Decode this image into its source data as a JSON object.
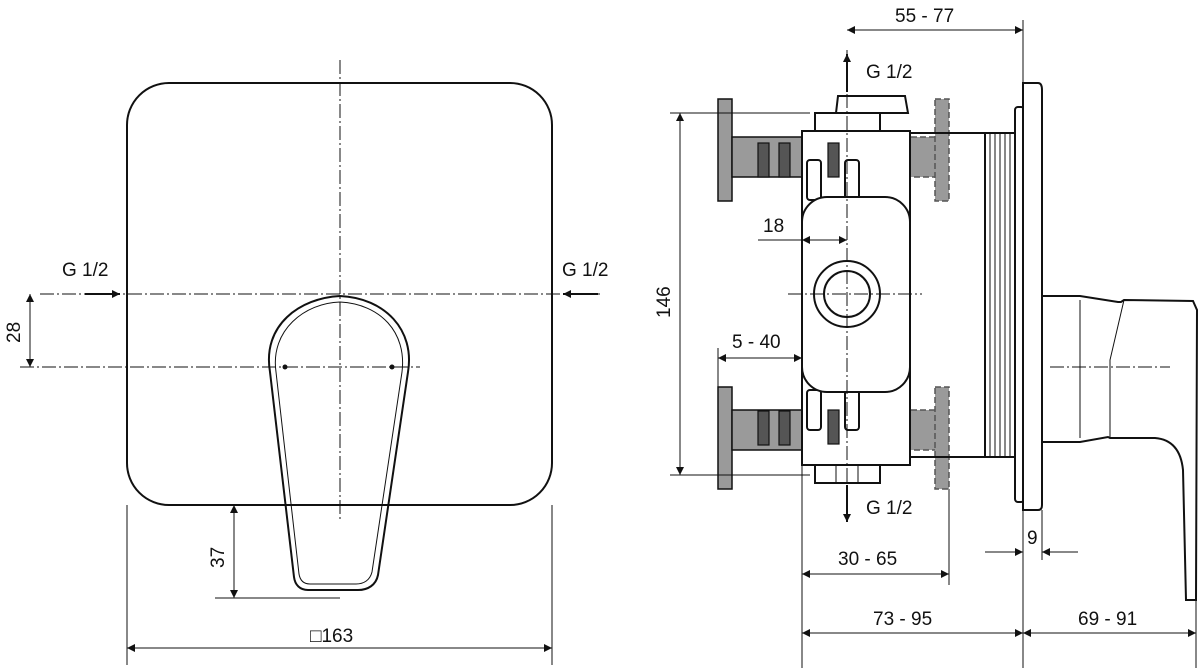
{
  "front_view": {
    "inlet_left": "G 1/2",
    "inlet_right": "G 1/2",
    "dim_handle_offset": "28",
    "dim_lever_bottom": "37",
    "dim_plate_size": "□163"
  },
  "side_view": {
    "outlet_top": "G 1/2",
    "outlet_bottom": "G 1/2",
    "dim_depth_top": "55 - 77",
    "dim_center_offset": "18",
    "dim_height": "146",
    "dim_wall_range": "5 - 40",
    "dim_install_depth": "30 - 65",
    "dim_body_depth": "73 - 95",
    "dim_handle_projection": "69 - 91",
    "dim_plate_thickness": "9"
  }
}
